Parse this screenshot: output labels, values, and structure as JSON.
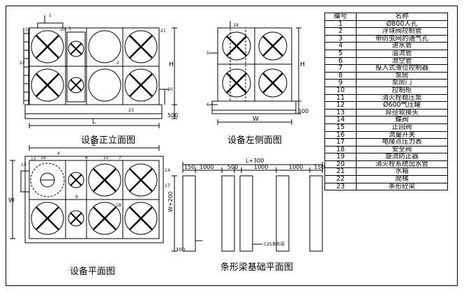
{
  "titles": {
    "front_view": "设备正立面图",
    "left_view": "设备左侧面图",
    "plan_view": "设备平面图",
    "foundation_plan": "条形梁基础平面图"
  },
  "dimensions": {
    "length": "L",
    "height": "H",
    "width": "W",
    "base_height": "500",
    "foundation_length": "L+300",
    "foundation_width": "W+200",
    "overhang": "150",
    "spacing": "1000",
    "beam_width": "500",
    "foundation_note": "C25条形梁",
    "small_height": "100"
  },
  "legend": {
    "header": {
      "no": "编号",
      "name": "名称"
    },
    "rows": [
      {
        "no": "1",
        "name": "Ø800人孔"
      },
      {
        "no": "2",
        "name": "浮球阀控制管"
      },
      {
        "no": "3",
        "name": "带防虫网的通气孔"
      },
      {
        "no": "4",
        "name": "进水管"
      },
      {
        "no": "5",
        "name": "溢流管"
      },
      {
        "no": "6",
        "name": "泄空管"
      },
      {
        "no": "7",
        "name": "投入式液位控制器"
      },
      {
        "no": "8",
        "name": "泵房"
      },
      {
        "no": "9",
        "name": "泵房门"
      },
      {
        "no": "10",
        "name": "控制柜"
      },
      {
        "no": "11",
        "name": "消火栓稳压泵"
      },
      {
        "no": "12",
        "name": "Ø600气压罐"
      },
      {
        "no": "13",
        "name": "异径软接头"
      },
      {
        "no": "14",
        "name": "蝶阀"
      },
      {
        "no": "15",
        "name": "止回阀"
      },
      {
        "no": "16",
        "name": "流量开关"
      },
      {
        "no": "17",
        "name": "电接点压力表"
      },
      {
        "no": "18",
        "name": "安全阀"
      },
      {
        "no": "19",
        "name": "旋流防止器"
      },
      {
        "no": "20",
        "name": "消火栓系统出水管"
      },
      {
        "no": "21",
        "name": "水箱"
      },
      {
        "no": "22",
        "name": "爬梯"
      },
      {
        "no": "23",
        "name": "条形砼梁"
      }
    ]
  },
  "callouts": [
    "1",
    "2",
    "3",
    "4",
    "5",
    "6",
    "7",
    "8",
    "9",
    "10",
    "11",
    "12",
    "13",
    "14",
    "15",
    "16",
    "17",
    "18",
    "19",
    "20",
    "21",
    "22",
    "23"
  ]
}
